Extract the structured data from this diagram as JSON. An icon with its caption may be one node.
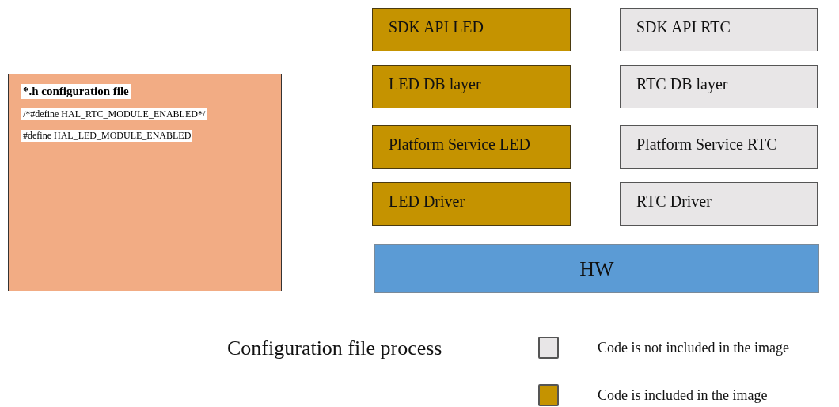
{
  "diagram": {
    "caption": "Configuration file process",
    "nodes": [
      {
        "text": [
          "*.h configuration file",
          "/*#define HAL_RTC_MODULE_ENABLED*/",
          "#define HAL_LED_MODULE_ENABLED"
        ]
      },
      {
        "text": [
          "SDK API LED"
        ]
      },
      {
        "text": [
          "SDK API RTC"
        ]
      },
      {
        "text": [
          "LED DB layer"
        ]
      },
      {
        "text": [
          "RTC DB layer"
        ]
      },
      {
        "text": [
          "Platform Service LED"
        ]
      },
      {
        "text": [
          "Platform Service RTC"
        ]
      },
      {
        "text": [
          "LED Driver"
        ]
      },
      {
        "text": [
          "RTC Driver"
        ]
      },
      {
        "text": [
          "HW"
        ]
      }
    ],
    "legend": [
      {
        "text": "Code is not included in the image",
        "color": "#e8e6e7"
      },
      {
        "text": "Code is included in the image",
        "color": "#c59300"
      }
    ]
  }
}
